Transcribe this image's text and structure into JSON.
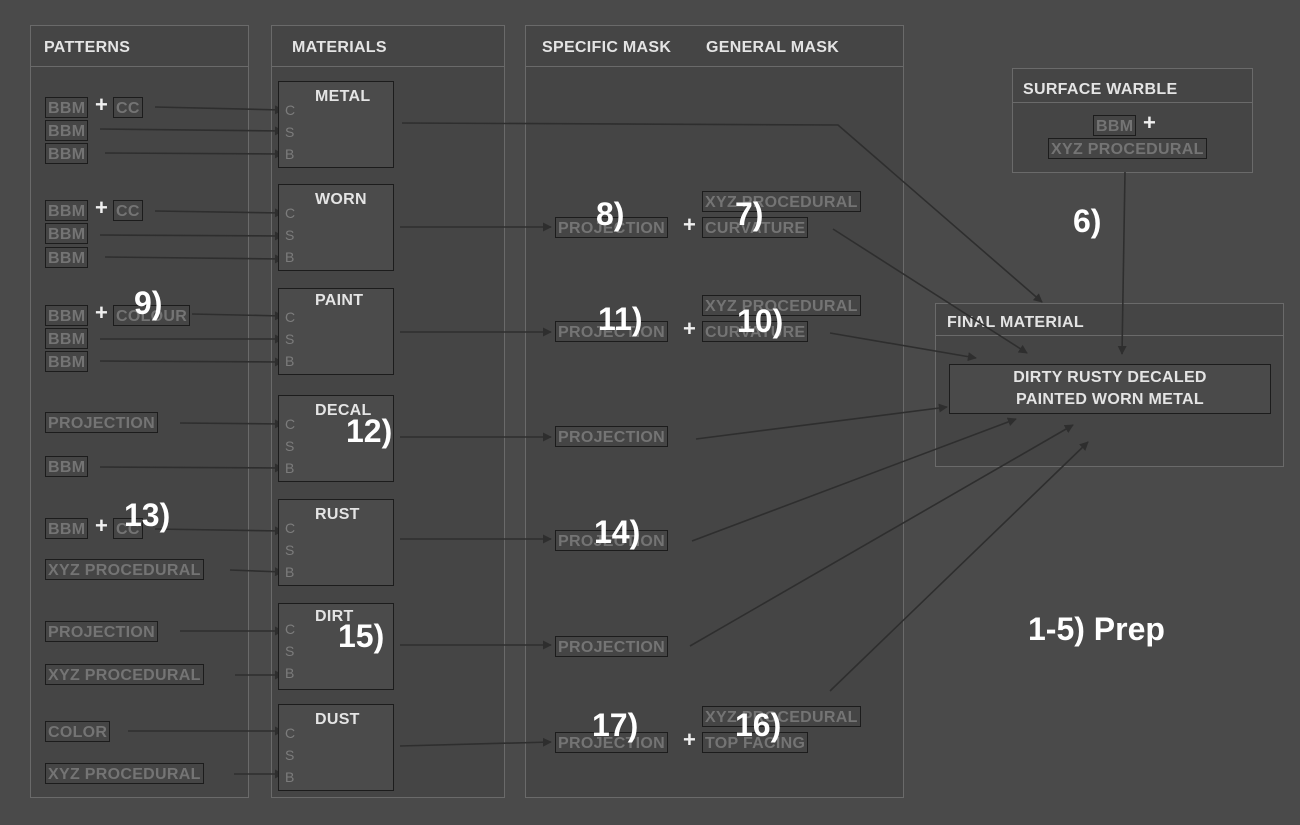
{
  "panels": {
    "patterns": "PATTERNS",
    "materials": "MATERIALS",
    "specific_mask": "SPECIFIC MASK",
    "general_mask": "GENERAL MASK",
    "surface_warble": "SURFACE WARBLE",
    "final_material": "FINAL MATERIAL"
  },
  "patterns": {
    "bbm": "BBM",
    "cc": "CC",
    "colour": "COLOUR",
    "color": "COLOR",
    "projection": "PROJECTION",
    "xyz_procedural": "XYZ PROCEDURAL",
    "plus": "+"
  },
  "materials": {
    "metal": "METAL",
    "worn": "WORN",
    "paint": "PAINT",
    "decal": "DECAL",
    "rust": "RUST",
    "dirt": "DIRT",
    "dust": "DUST"
  },
  "channels": {
    "c": "C",
    "s": "S",
    "b": "B"
  },
  "masks": {
    "projection": "PROJECTION",
    "curvature": "CURVATURE",
    "xyz_procedural": "XYZ PROCEDURAL",
    "top_facing": "TOP FACING"
  },
  "surface_warble": {
    "bbm": "BBM",
    "xyz_procedural": "XYZ PROCEDURAL"
  },
  "final_material": {
    "line1": "DIRTY RUSTY DECALED",
    "line2": "PAINTED WORN METAL"
  },
  "steps": {
    "s1_5": "1-5) Prep",
    "s6": "6)",
    "s7": "7)",
    "s8": "8)",
    "s9": "9)",
    "s10": "10)",
    "s11": "11)",
    "s12": "12)",
    "s13": "13)",
    "s14": "14)",
    "s15": "15)",
    "s16": "16)",
    "s17": "17)"
  },
  "colors": {
    "background": "#4a4a4a",
    "panel": "#454545",
    "border": "#6a6a6a",
    "wire": "#2e2e2e",
    "label_dim": "#747474",
    "label_bright": "#e4e4e4"
  }
}
